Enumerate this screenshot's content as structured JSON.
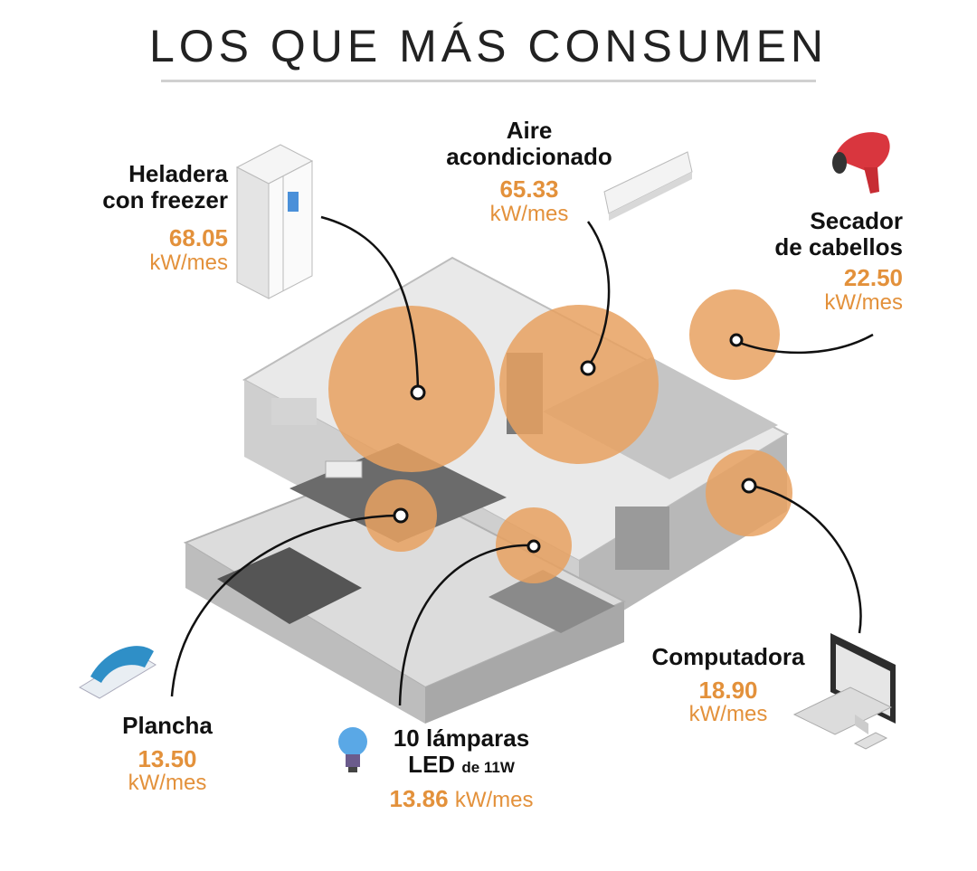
{
  "title": "LOS QUE MÁS CONSUMEN",
  "colors": {
    "accent": "#e3913b",
    "bubble": "#e8a160",
    "text": "#111111"
  },
  "appliances": {
    "heladera": {
      "name_line1": "Heladera",
      "name_line2": "con freezer",
      "value": "68.05",
      "unit": "kW/mes",
      "icon": "refrigerator-icon"
    },
    "aire": {
      "name_line1": "Aire",
      "name_line2": "acondicionado",
      "value": "65.33",
      "unit": "kW/mes",
      "icon": "air-conditioner-icon"
    },
    "secador": {
      "name_line1": "Secador",
      "name_line2": "de cabellos",
      "value": "22.50",
      "unit": "kW/mes",
      "icon": "hair-dryer-icon"
    },
    "computadora": {
      "name": "Computadora",
      "value": "18.90",
      "unit": "kW/mes",
      "icon": "computer-icon"
    },
    "plancha": {
      "name": "Plancha",
      "value": "13.50",
      "unit": "kW/mes",
      "icon": "iron-icon"
    },
    "lamparas": {
      "name_line1": "10 lámparas",
      "name_line2a": "LED",
      "name_line2b": "de 11W",
      "value": "13.86",
      "unit": "kW/mes",
      "icon": "led-bulb-icon"
    }
  }
}
